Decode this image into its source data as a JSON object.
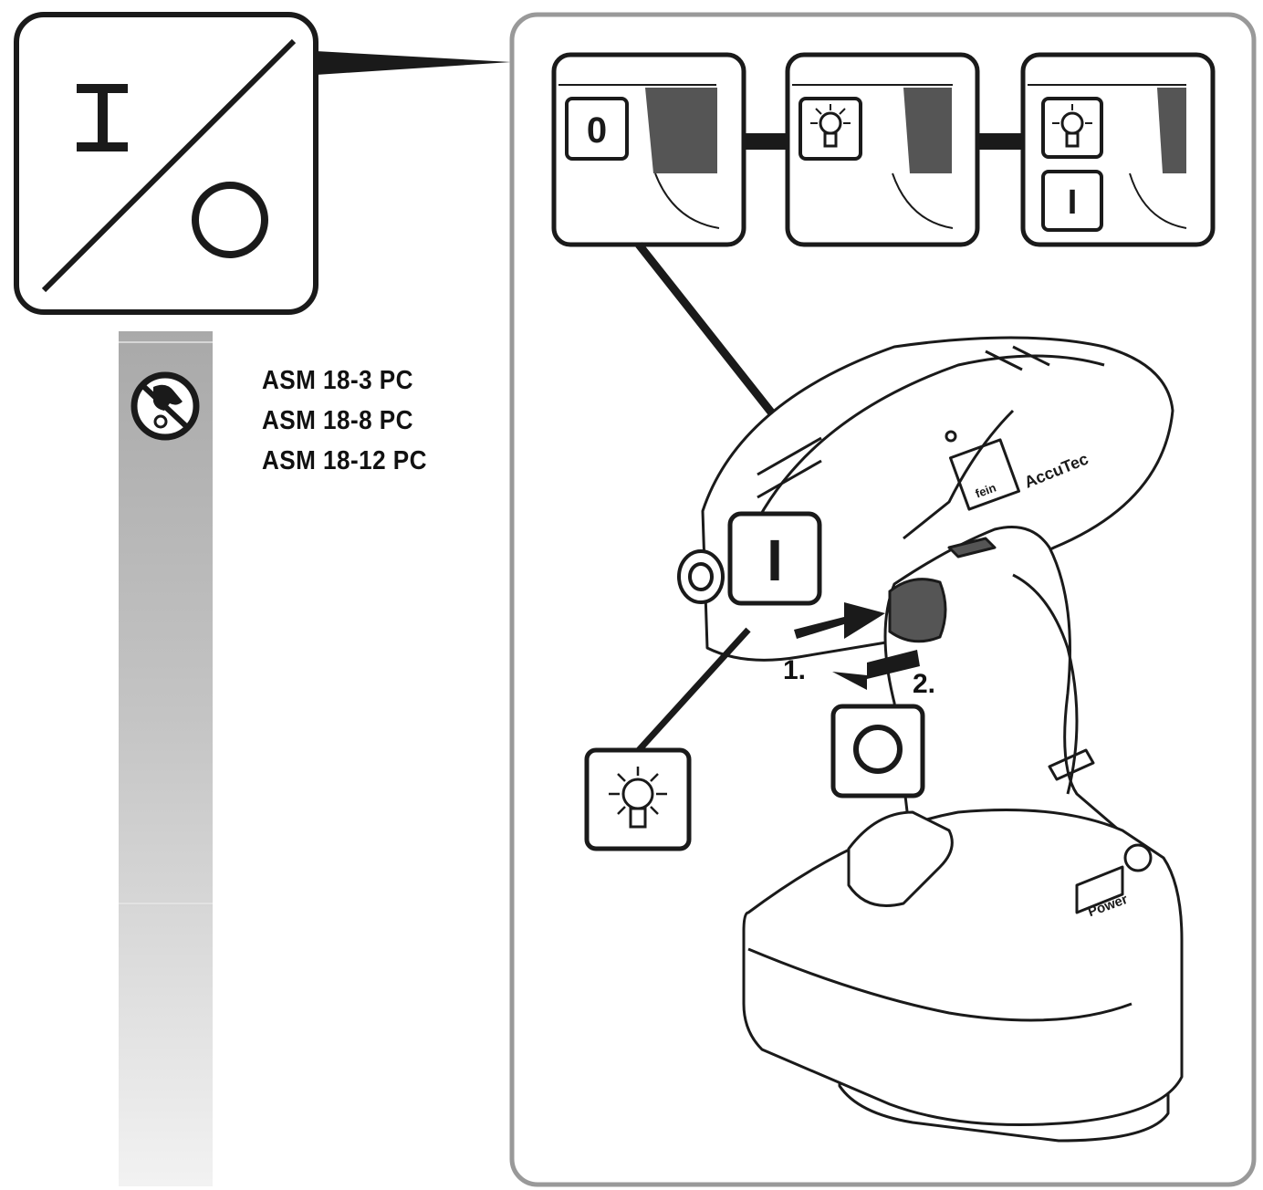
{
  "models": [
    "ASM 18-3 PC",
    "ASM 18-8 PC",
    "ASM 18-12 PC"
  ],
  "step_labels": {
    "push": "1.",
    "pull": "2."
  },
  "symbols": {
    "off": "0",
    "on": "I",
    "brand_logo": "fein",
    "tool_name": "AccuTec",
    "battery_label": "Power"
  },
  "icons": [
    "on-off-icon",
    "no-hand-spindle-icon",
    "lamp-icon",
    "push-arrow-icon",
    "pull-arrow-icon"
  ],
  "colors": {
    "line": "#1a1a1a",
    "panel_border": "#999999",
    "switch_dark": "#555555",
    "sidebar_top": "#a8a8a8",
    "sidebar_bottom": "#f0f0f0"
  }
}
